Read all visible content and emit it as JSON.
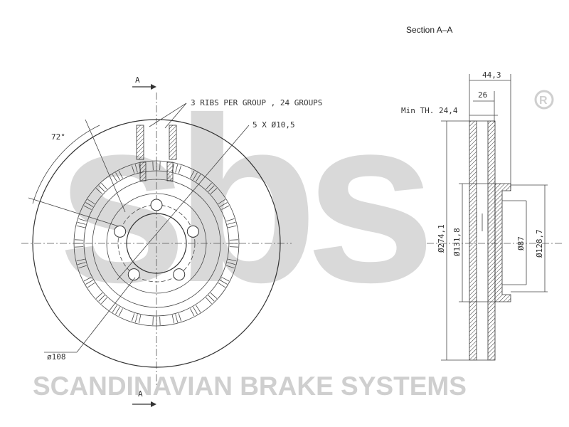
{
  "watermark": {
    "logo_text": "sbs",
    "registered_mark": "®"
  },
  "brand_text": "SCANDINAVIAN BRAKE SYSTEMS",
  "front_view": {
    "section_marker": "A",
    "ribs_note": "3 RIBS PER GROUP , 24 GROUPS",
    "holes_note": "5 X Ø10,5",
    "angle_label": "72°",
    "pcd_label": "ø108"
  },
  "section_view": {
    "title": "Section A–A",
    "width_overall": "44,3",
    "width_inner": "26",
    "min_thickness": "Min TH. 24,4",
    "dia_outer": "Ø274,1",
    "dia_hat_outer": "Ø131,8",
    "dia_center": "Ø87",
    "dia_hat_inner": "Ø128,7"
  }
}
